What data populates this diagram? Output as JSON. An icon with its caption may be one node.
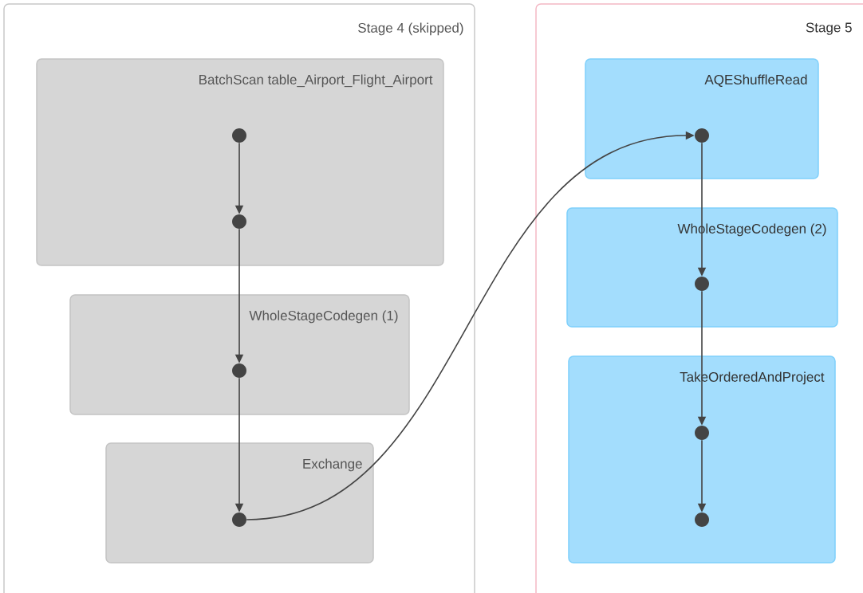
{
  "diagram": {
    "nodes": [
      {
        "text": [
          "Stage 4 (skipped)"
        ]
      },
      {
        "text": [
          "BatchScan table_Airport_Flight_Airport"
        ],
        "in": 0
      },
      {
        "text": [
          "WholeStageCodegen (1)"
        ],
        "in": 0
      },
      {
        "text": [
          "Exchange"
        ],
        "in": 0
      },
      {
        "text": [
          "Stage 5"
        ]
      },
      {
        "text": [
          "AQEShuffleRead"
        ],
        "in": 4
      },
      {
        "text": [
          "WholeStageCodegen (2)"
        ],
        "in": 4
      },
      {
        "text": [
          "TakeOrderedAndProject"
        ],
        "in": 4
      },
      {
        "text": [],
        "shape": "circle",
        "in": 1
      },
      {
        "text": [],
        "shape": "circle",
        "in": 1
      },
      {
        "text": [],
        "shape": "circle",
        "in": 2
      },
      {
        "text": [],
        "shape": "circle",
        "in": 3
      },
      {
        "text": [],
        "shape": "circle",
        "in": 5
      },
      {
        "text": [],
        "shape": "circle",
        "in": 6
      },
      {
        "text": [],
        "shape": "circle",
        "in": 7
      },
      {
        "text": [],
        "shape": "circle",
        "in": 7
      }
    ],
    "edges": [
      {
        "from": 8,
        "to": 9,
        "arrow": "to"
      },
      {
        "from": 9,
        "to": 10,
        "arrow": "to"
      },
      {
        "from": 10,
        "to": 11,
        "arrow": "to"
      },
      {
        "from": 11,
        "to": 12,
        "arrow": "to"
      },
      {
        "from": 12,
        "to": 13,
        "arrow": "to"
      },
      {
        "from": 13,
        "to": 14,
        "arrow": "to"
      },
      {
        "from": 14,
        "to": 15,
        "arrow": "to"
      }
    ]
  }
}
